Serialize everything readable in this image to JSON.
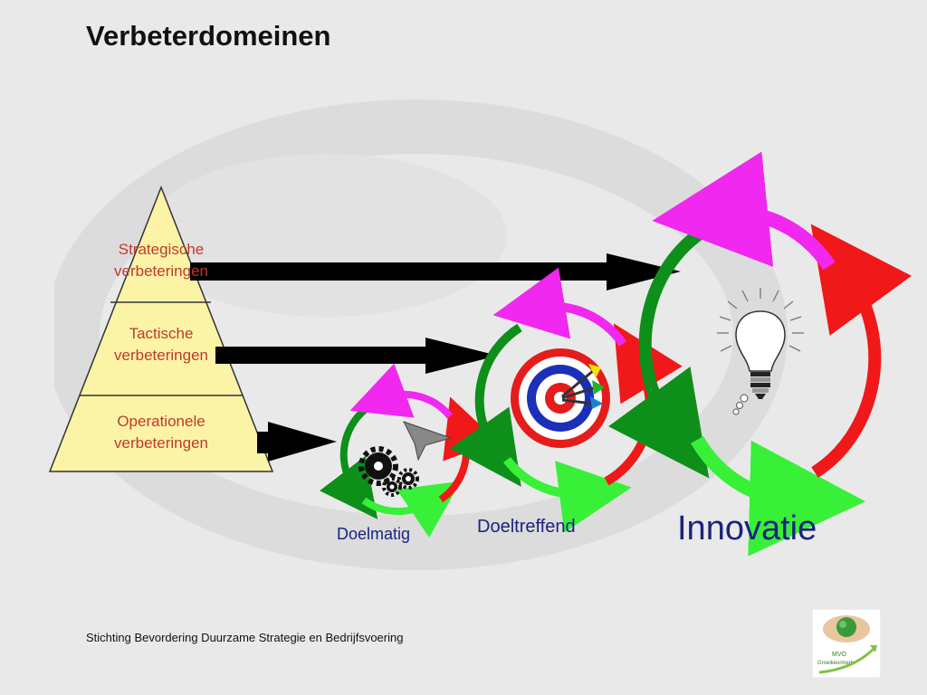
{
  "slide": {
    "title": "Verbeterdomeinen",
    "footer": "Stichting Bevordering Duurzame Strategie en Bedrijfsvoering"
  },
  "pyramid": {
    "levels": [
      {
        "label": "Strategische verbeteringen",
        "line1": "Strategische",
        "line2": "verbeteringen"
      },
      {
        "label": "Tactische verbeteringen",
        "line1": "Tactische",
        "line2": "verbeteringen"
      },
      {
        "label": "Operationele verbeteringen",
        "line1": "Operationele",
        "line2": "verbeteringen"
      }
    ]
  },
  "cycles": [
    {
      "label": "Doelmatig",
      "icon": "gears-funnel-icon"
    },
    {
      "label": "Doeltreffend",
      "icon": "dartboard-icon"
    },
    {
      "label": "Innovatie",
      "icon": "lightbulb-icon"
    }
  ],
  "logo": {
    "text1": "MVO",
    "text2": "Groeikeurmerk"
  },
  "colors": {
    "background": "#e9e9e9",
    "pyramid_fill": "#fbf4a7",
    "level_text": "#c0392b",
    "cycle_label": "#1a237e",
    "arc_green": "#0e8f1a",
    "arc_lightgreen": "#38f038",
    "arc_red": "#f01818",
    "arc_magenta": "#f028f0"
  }
}
